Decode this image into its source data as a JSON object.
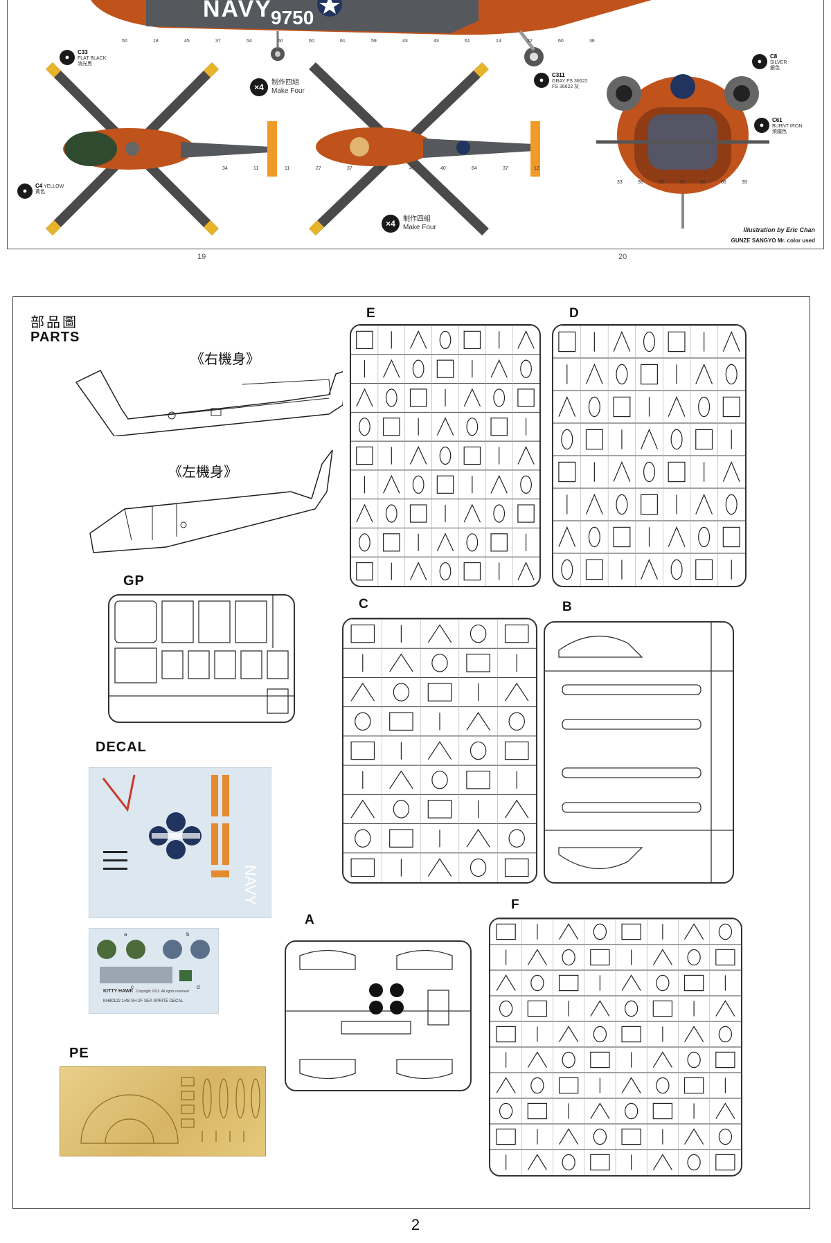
{
  "top_spread": {
    "aircraft_text": "NAVY",
    "serial": "9750",
    "left_page_number": "19",
    "right_page_number": "20",
    "make_four_cn": "制作四組",
    "make_four_en": "Make Four",
    "make_four_badge": "×4",
    "callouts": [
      {
        "code": "C33",
        "en": "FLAT BLACK",
        "cn": "消光黑"
      },
      {
        "code": "C4",
        "en": "YELLOW",
        "cn": "黄色"
      },
      {
        "code": "C311",
        "en": "GRAY FS 36622",
        "en2": "FS 36622 灰"
      },
      {
        "code": "C8",
        "en": "SILVER",
        "cn": "銀色"
      },
      {
        "code": "C61",
        "en": "BURNT IRON",
        "cn": "燒鐵色"
      }
    ],
    "illustration_credit": "Illustration by Eric Chan",
    "paint_credit": "GUNZE SANGYO Mr. color used",
    "part_numbers_left": [
      "50",
      "18",
      "45",
      "37",
      "54",
      "60",
      "60",
      "61",
      "59",
      "43",
      "43",
      "61",
      "13",
      "32",
      "60",
      "36"
    ],
    "part_numbers_mid": [
      "34",
      "11",
      "11",
      "27",
      "37",
      "35",
      "41",
      "40",
      "64",
      "37",
      "12"
    ],
    "part_numbers_right": [
      "33",
      "56",
      "66",
      "39",
      "66",
      "66",
      "39"
    ]
  },
  "parts_page": {
    "heading_cn": "部品圖",
    "heading_en": "PARTS",
    "right_hull": "《右機身》",
    "left_hull": "《左機身》",
    "sections": {
      "gp": "GP",
      "decal": "DECAL",
      "pe": "PE"
    },
    "sprue_letters": {
      "e": "E",
      "d": "D",
      "c": "C",
      "b": "B",
      "a": "A",
      "f": "F"
    },
    "decal_sheet": {
      "brand": "KITTY HAWK",
      "copyright": "Copyright 2013. All rights reserved",
      "product": "KH80122 1/48 SH-2F SEA SPRITE DECAL",
      "markings": [
        "a",
        "b",
        "c",
        "d"
      ]
    },
    "page_number": "2"
  },
  "colors": {
    "fuselage_orange": "#c0531c",
    "fuselage_gray": "#55585c",
    "rotor_tip_yellow": "#e7b32a",
    "decal_blue": "#dde7ef",
    "pe_brass": "#d7b565"
  }
}
